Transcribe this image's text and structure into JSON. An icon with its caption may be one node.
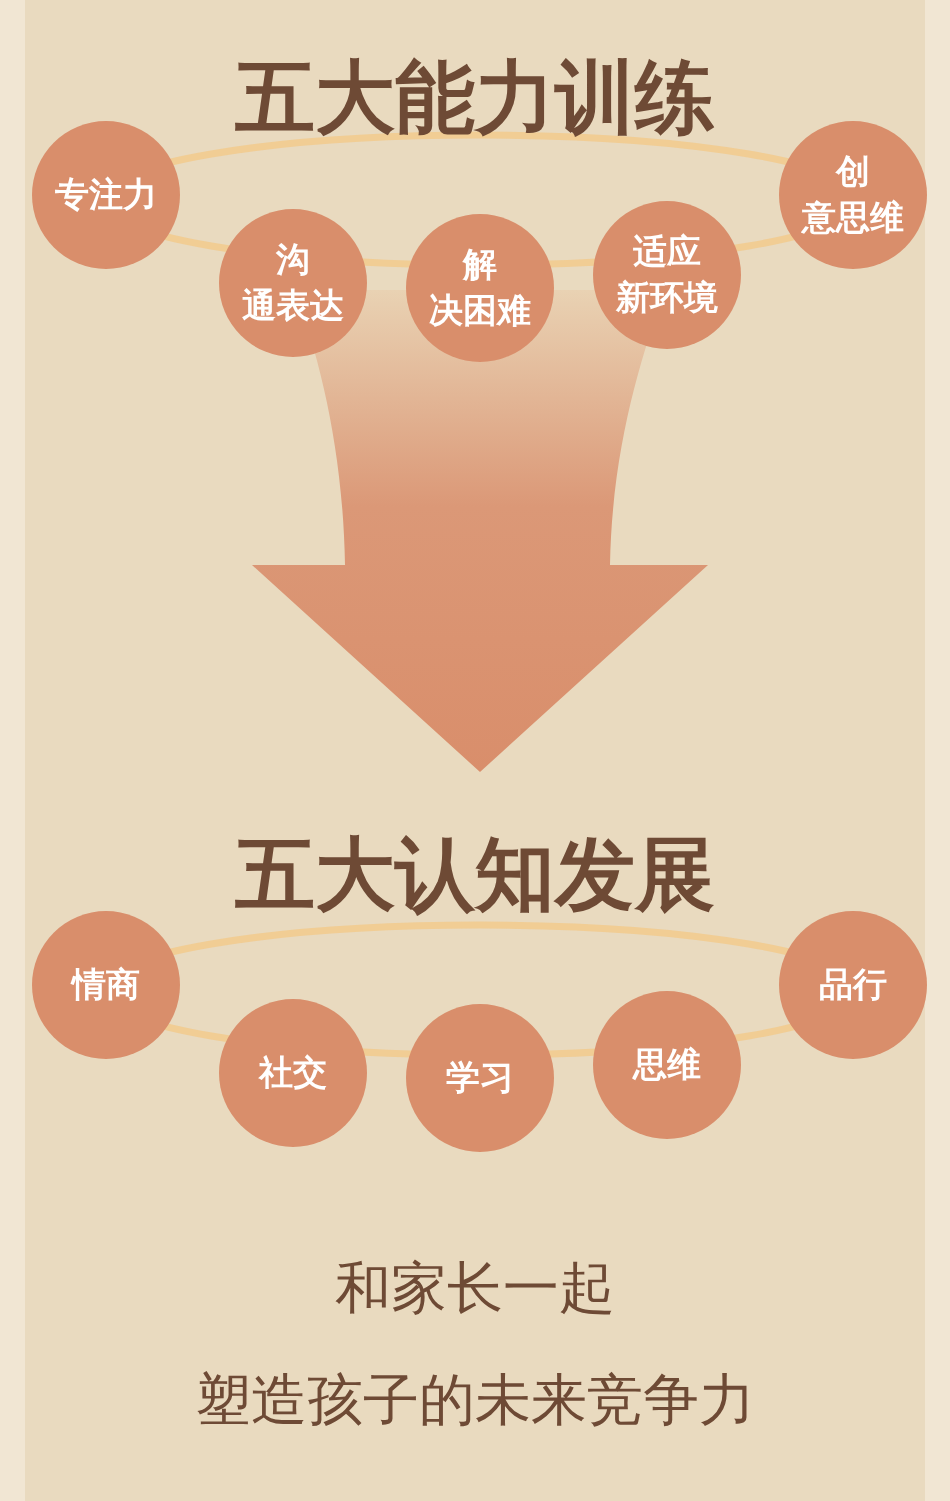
{
  "diagram": {
    "title": "五大能力训练",
    "nodes": [
      {
        "text": [
          "专注力"
        ]
      },
      {
        "text": [
          "沟通表达"
        ]
      },
      {
        "text": [
          "解决困难"
        ]
      },
      {
        "text": [
          "适应新环境"
        ]
      },
      {
        "text": [
          "创意思维"
        ]
      },
      {
        "text": [
          "情商"
        ]
      },
      {
        "text": [
          "社交"
        ]
      },
      {
        "text": [
          "学习"
        ]
      },
      {
        "text": [
          "思维"
        ]
      },
      {
        "text": [
          "品行"
        ]
      }
    ],
    "edges": [],
    "labels": [
      "五大认知发展",
      "和家长一起",
      "塑造孩子的未来竞争力"
    ]
  }
}
